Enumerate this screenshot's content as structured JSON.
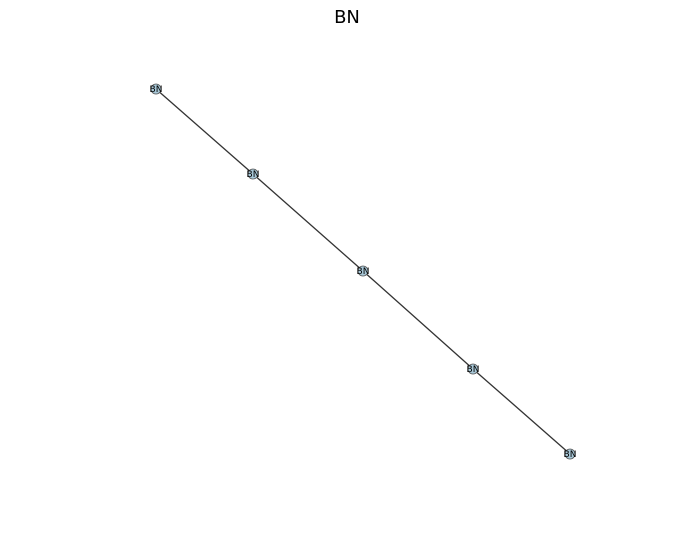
{
  "title": "BN",
  "graph": {
    "nodes": [
      {
        "id": "n1",
        "label": "BN"
      },
      {
        "id": "n2",
        "label": "BN"
      },
      {
        "id": "n3",
        "label": "BN"
      },
      {
        "id": "n4",
        "label": "BN"
      },
      {
        "id": "n5",
        "label": "BN"
      }
    ],
    "edges": [
      {
        "source": "n1",
        "target": "n2"
      },
      {
        "source": "n2",
        "target": "n3"
      },
      {
        "source": "n3",
        "target": "n4"
      },
      {
        "source": "n4",
        "target": "n5"
      }
    ],
    "colors": {
      "node_fill": "#a8c8d8",
      "node_stroke": "#555555",
      "edge": "#333333",
      "label": "#000000"
    }
  }
}
